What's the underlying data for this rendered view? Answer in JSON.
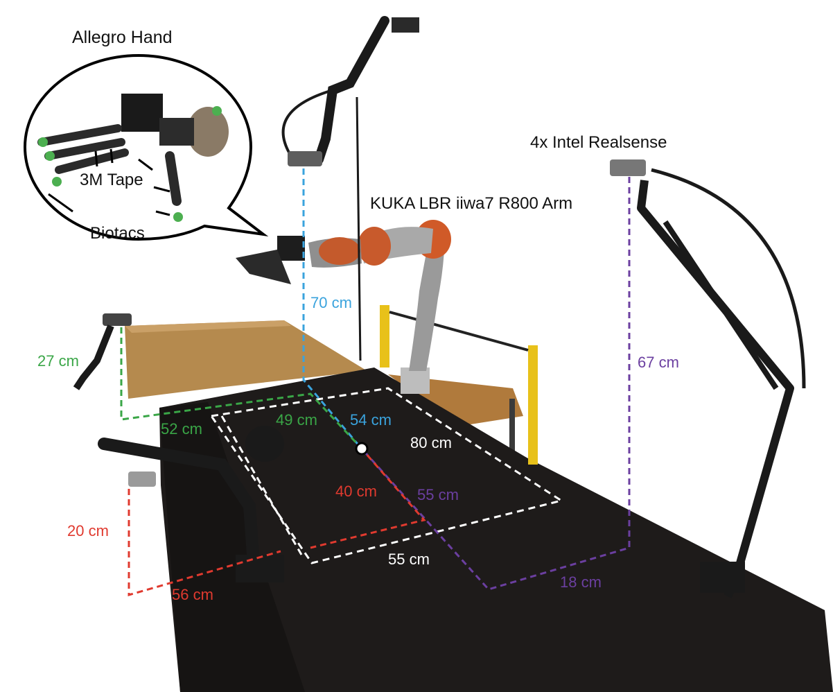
{
  "labels": {
    "hand_title": "Allegro Hand",
    "tape": "3M Tape",
    "biotacs": "Biotacs",
    "realsense": "4x Intel Realsense",
    "arm": "KUKA LBR iiwa7 R800 Arm"
  },
  "measurements": {
    "cam_top_height": "70 cm",
    "cam_top_offset": "54 cm",
    "cam_left_height": "27 cm",
    "cam_left_x": "52 cm",
    "cam_left_y": "49 cm",
    "cam_right_height": "67 cm",
    "cam_right_x": "55 cm",
    "cam_right_y": "18 cm",
    "cam_front_height": "20 cm",
    "cam_front_x": "56 cm",
    "cam_front_y": "40 cm",
    "workspace_length": "80 cm",
    "workspace_width": "55 cm"
  },
  "colors": {
    "blue": "#3aa3dd",
    "green": "#3aa647",
    "purple": "#6b3fa0",
    "red": "#e03a2f",
    "white": "#ffffff",
    "text": "#111111"
  }
}
